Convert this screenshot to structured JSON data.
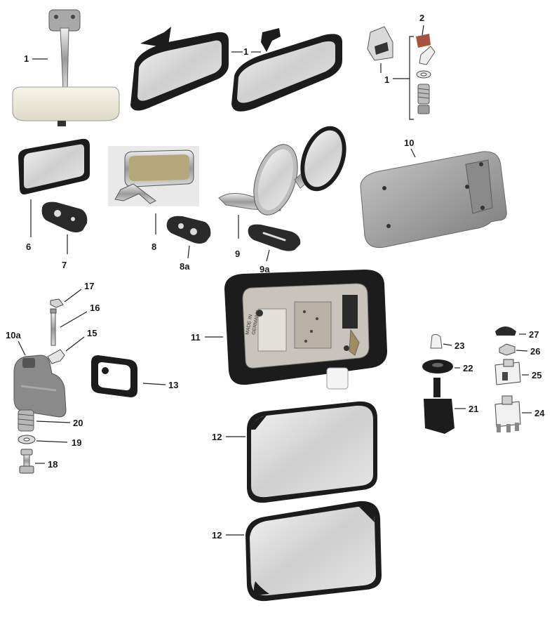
{
  "callouts": {
    "c1a": "1",
    "c1b": "1",
    "c1c": "1",
    "c2": "2",
    "c6": "6",
    "c7": "7",
    "c8": "8",
    "c8a": "8a",
    "c9": "9",
    "c9a": "9a",
    "c10": "10",
    "c10a": "10a",
    "c11": "11",
    "c12a": "12",
    "c12b": "12",
    "c13": "13",
    "c15": "15",
    "c16": "16",
    "c17": "17",
    "c18": "18",
    "c19": "19",
    "c20": "20",
    "c21": "21",
    "c22": "22",
    "c23": "23",
    "c24": "24",
    "c25": "25",
    "c26": "26",
    "c27": "27"
  },
  "stamp": {
    "made_in_line1": "MADE IN",
    "made_in_line2": "GERMANY"
  },
  "colors": {
    "glass": "#d6d6d6",
    "frame": "#1c1c1c",
    "chrome": "#b8b8b8",
    "housing": "#9a9a9a",
    "plate": "#c9c4bb"
  }
}
